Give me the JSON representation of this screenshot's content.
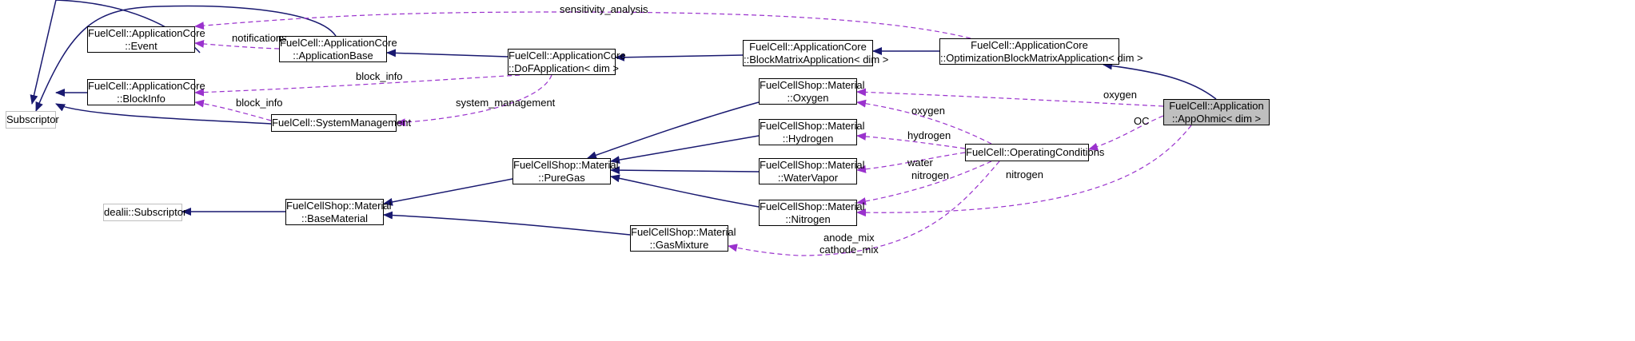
{
  "colors": {
    "inheritance_edge": "#191970",
    "usage_edge": "#9a32cd",
    "external_border": "#bfbfbf",
    "current_fill": "#bfbfbf"
  },
  "nodes": {
    "subscriptor": {
      "lines": [
        "Subscriptor"
      ],
      "style": "external"
    },
    "event": {
      "lines": [
        "FuelCell::ApplicationCore",
        "::Event"
      ],
      "style": "normal"
    },
    "blockinfo": {
      "lines": [
        "FuelCell::ApplicationCore",
        "::BlockInfo"
      ],
      "style": "normal"
    },
    "appbase": {
      "lines": [
        "FuelCell::ApplicationCore",
        "::ApplicationBase"
      ],
      "style": "normal"
    },
    "sysmgmt": {
      "lines": [
        "FuelCell::SystemManagement"
      ],
      "style": "normal"
    },
    "dofapp": {
      "lines": [
        "FuelCell::ApplicationCore",
        "::DoFApplication< dim >"
      ],
      "style": "normal"
    },
    "blockmatrix": {
      "lines": [
        "FuelCell::ApplicationCore",
        "::BlockMatrixApplication< dim >"
      ],
      "style": "normal"
    },
    "optblock": {
      "lines": [
        "FuelCell::ApplicationCore",
        "::OptimizationBlockMatrixApplication< dim >"
      ],
      "style": "normal"
    },
    "appohmic": {
      "lines": [
        "FuelCell::Application",
        "::AppOhmic< dim >"
      ],
      "style": "current"
    },
    "oxygen": {
      "lines": [
        "FuelCellShop::Material",
        "::Oxygen"
      ],
      "style": "normal"
    },
    "hydrogen": {
      "lines": [
        "FuelCellShop::Material",
        "::Hydrogen"
      ],
      "style": "normal"
    },
    "watervapor": {
      "lines": [
        "FuelCellShop::Material",
        "::WaterVapor"
      ],
      "style": "normal"
    },
    "nitrogen": {
      "lines": [
        "FuelCellShop::Material",
        "::Nitrogen"
      ],
      "style": "normal"
    },
    "opcond": {
      "lines": [
        "FuelCell::OperatingConditions"
      ],
      "style": "normal"
    },
    "puregas": {
      "lines": [
        "FuelCellShop::Material",
        "::PureGas"
      ],
      "style": "normal"
    },
    "basematerial": {
      "lines": [
        "FuelCellShop::Material",
        "::BaseMaterial"
      ],
      "style": "normal"
    },
    "dealiisub": {
      "lines": [
        "dealii::Subscriptor"
      ],
      "style": "external"
    },
    "gasmixture": {
      "lines": [
        "FuelCellShop::Material",
        "::GasMixture"
      ],
      "style": "normal"
    }
  },
  "edges": [
    {
      "from": "event",
      "to": "subscriptor",
      "kind": "inheritance"
    },
    {
      "from": "blockinfo",
      "to": "subscriptor",
      "kind": "inheritance"
    },
    {
      "from": "sysmgmt",
      "to": "subscriptor",
      "kind": "inheritance"
    },
    {
      "from": "appbase",
      "to": "subscriptor",
      "kind": "inheritance"
    },
    {
      "from": "dofapp",
      "to": "appbase",
      "kind": "inheritance"
    },
    {
      "from": "blockmatrix",
      "to": "dofapp",
      "kind": "inheritance"
    },
    {
      "from": "optblock",
      "to": "blockmatrix",
      "kind": "inheritance"
    },
    {
      "from": "appohmic",
      "to": "optblock",
      "kind": "inheritance"
    },
    {
      "from": "oxygen",
      "to": "puregas",
      "kind": "inheritance"
    },
    {
      "from": "hydrogen",
      "to": "puregas",
      "kind": "inheritance"
    },
    {
      "from": "watervapor",
      "to": "puregas",
      "kind": "inheritance"
    },
    {
      "from": "nitrogen",
      "to": "puregas",
      "kind": "inheritance"
    },
    {
      "from": "puregas",
      "to": "basematerial",
      "kind": "inheritance"
    },
    {
      "from": "gasmixture",
      "to": "basematerial",
      "kind": "inheritance"
    },
    {
      "from": "basematerial",
      "to": "dealiisub",
      "kind": "inheritance"
    },
    {
      "from": "optblock",
      "to": "event",
      "kind": "usage",
      "label": "sensitivity_analysis"
    },
    {
      "from": "appbase",
      "to": "event",
      "kind": "usage",
      "label": "notifications"
    },
    {
      "from": "dofapp",
      "to": "blockinfo",
      "kind": "usage",
      "label": "block_info"
    },
    {
      "from": "sysmgmt",
      "to": "blockinfo",
      "kind": "usage",
      "label": "block_info"
    },
    {
      "from": "dofapp",
      "to": "sysmgmt",
      "kind": "usage",
      "label": "system_management"
    },
    {
      "from": "appohmic",
      "to": "oxygen",
      "kind": "usage",
      "label": "oxygen"
    },
    {
      "from": "appohmic",
      "to": "opcond",
      "kind": "usage",
      "label": "OC"
    },
    {
      "from": "appohmic",
      "to": "nitrogen",
      "kind": "usage",
      "label": "nitrogen"
    },
    {
      "from": "opcond",
      "to": "oxygen",
      "kind": "usage",
      "label": "oxygen"
    },
    {
      "from": "opcond",
      "to": "hydrogen",
      "kind": "usage",
      "label": "hydrogen"
    },
    {
      "from": "opcond",
      "to": "watervapor",
      "kind": "usage",
      "label": "water"
    },
    {
      "from": "opcond",
      "to": "nitrogen",
      "kind": "usage",
      "label": "nitrogen"
    },
    {
      "from": "opcond",
      "to": "gasmixture",
      "kind": "usage",
      "label": "anode_mix\ncathode_mix"
    }
  ]
}
